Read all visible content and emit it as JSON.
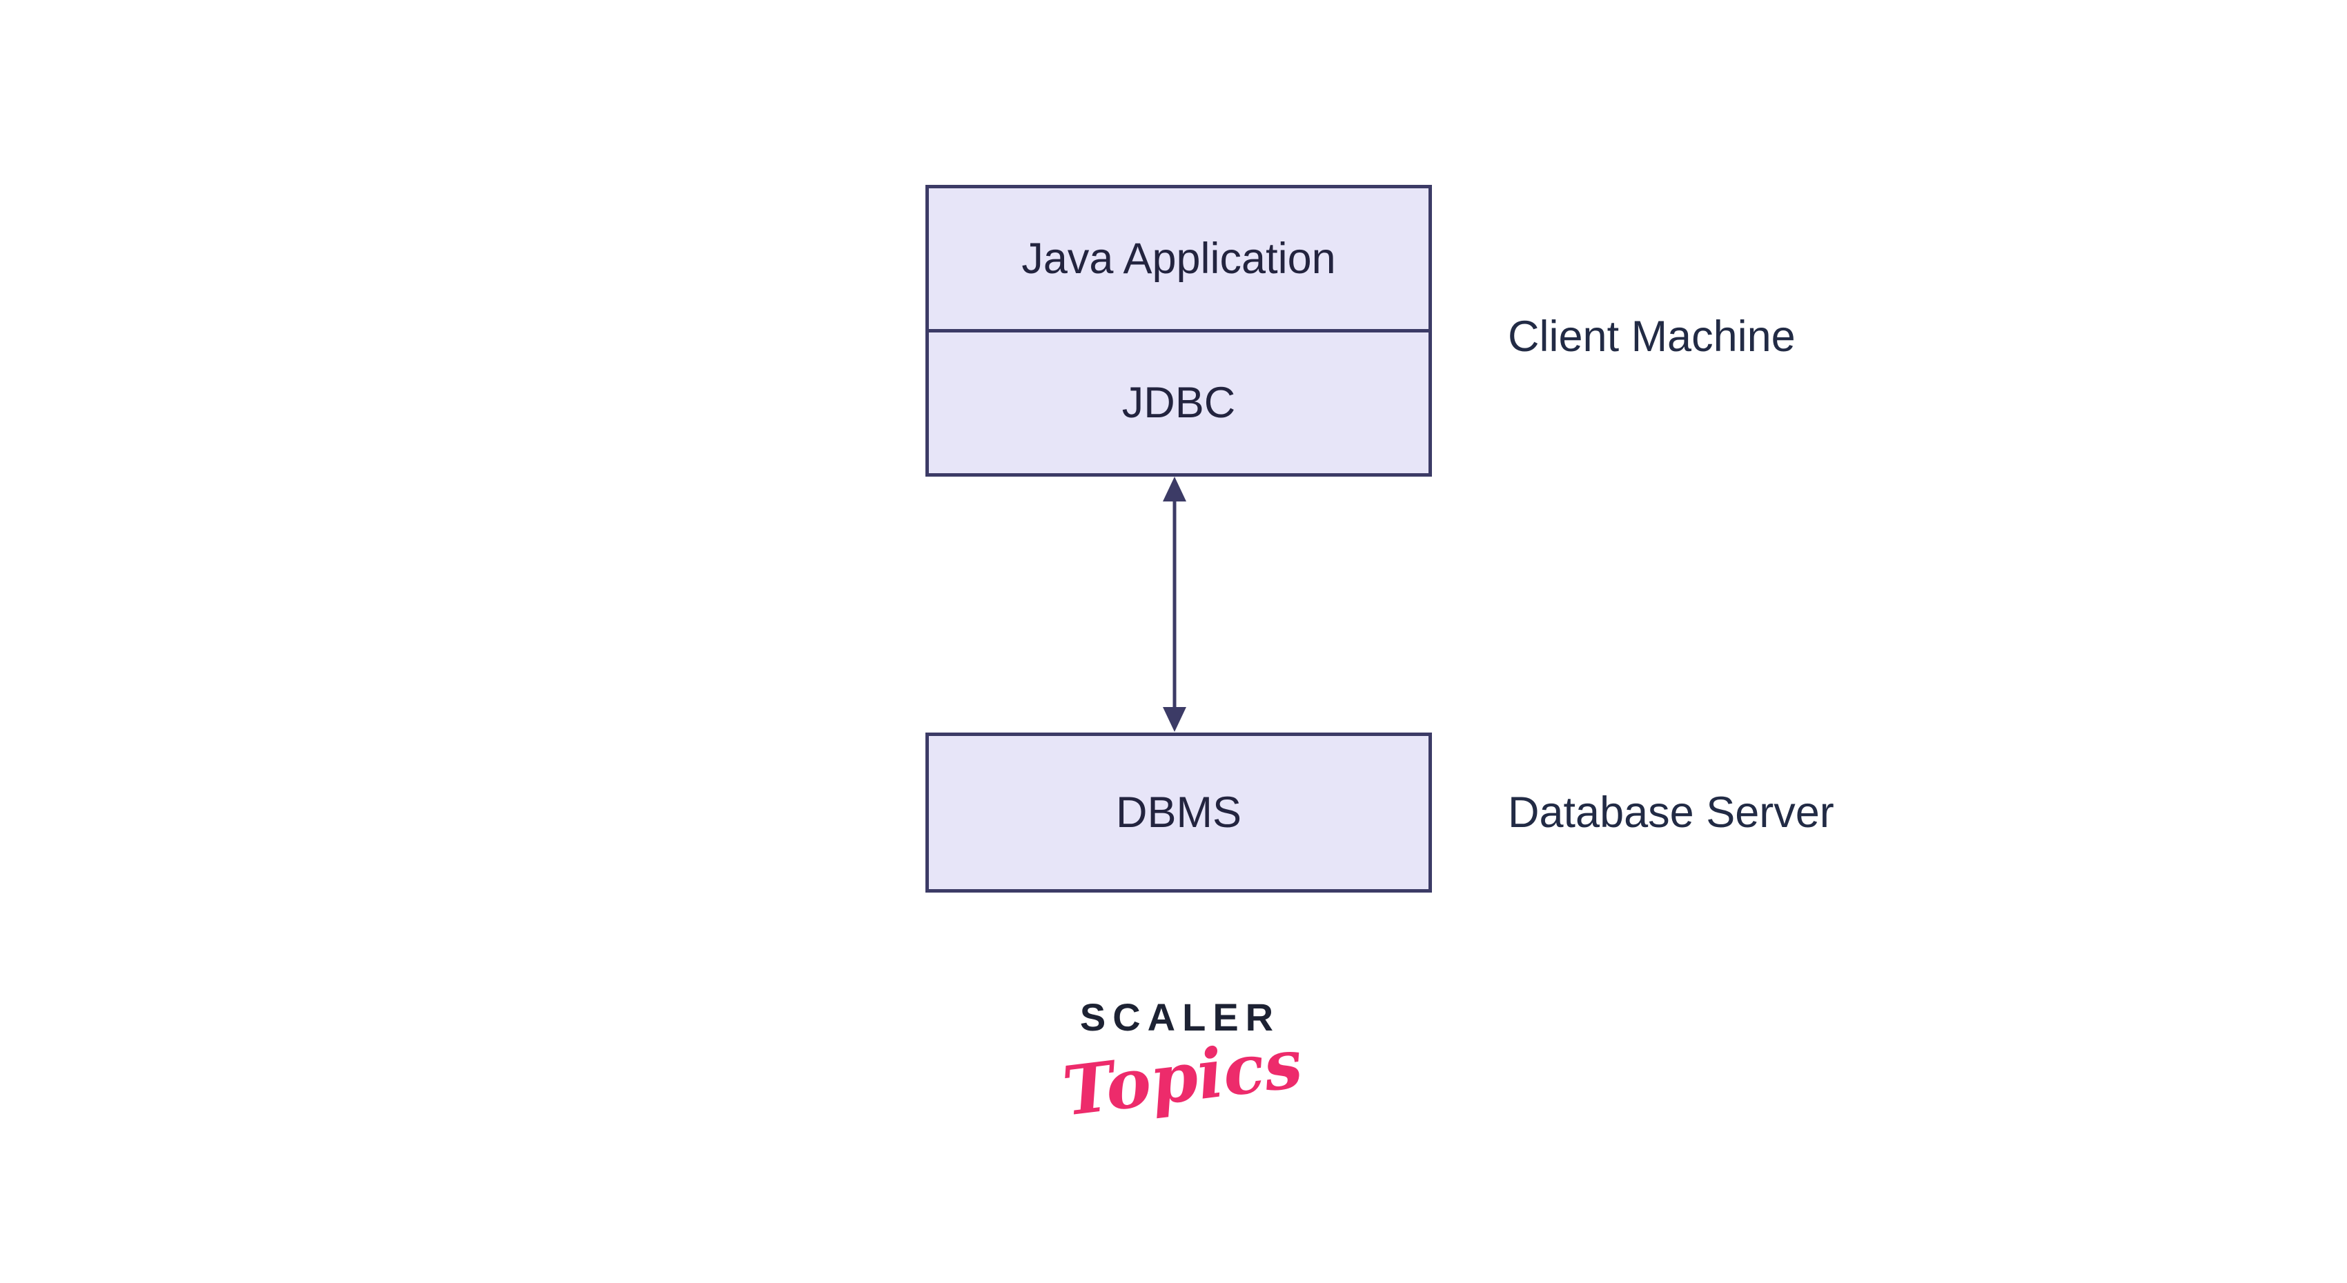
{
  "diagram": {
    "boxes": {
      "java_application": "Java Application",
      "jdbc": "JDBC",
      "dbms": "DBMS"
    },
    "labels": {
      "client_machine": "Client Machine",
      "database_server": "Database Server"
    },
    "connector": {
      "type": "double-headed-vertical-arrow",
      "from": "JDBC",
      "to": "DBMS"
    }
  },
  "logo": {
    "primary": "SCALER",
    "secondary": "Topics"
  },
  "colors": {
    "background": "#ffffff",
    "box_fill": "#e7e5f8",
    "box_border": "#3c3b66",
    "box_text": "#23243f",
    "label_text": "#222b45",
    "arrow": "#3c3b66",
    "logo_primary": "#1d2233",
    "logo_secondary": "#ed2b6b"
  }
}
